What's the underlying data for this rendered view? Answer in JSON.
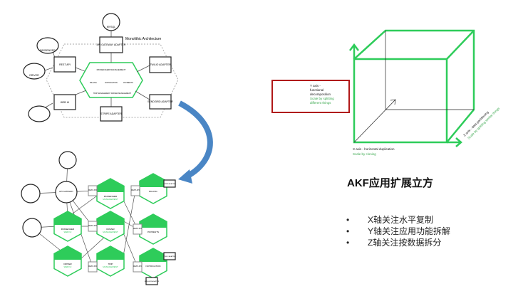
{
  "monolith": {
    "title": "Monolithic Architecture",
    "center_label": "PASSENGER MANAGEMENT",
    "modules": [
      "BILLING",
      "NOTIFICATION",
      "PAYMENTS",
      "TRIP MANAGEMENT",
      "DRIVER MANAGEMENT"
    ],
    "boxes": [
      "API GATEWAY ADAPTER",
      "TWILIO ADAPTER",
      "SENDGRID ADAPTER",
      "STRIPE ADAPTER",
      "REST API",
      "WEB UI"
    ],
    "circles": [
      "MYSQL",
      "PASSENGER",
      "DRIVER"
    ]
  },
  "micro": {
    "gateway": "API GATEWAY",
    "rest": "REST API",
    "services": [
      {
        "name": "PASSENGER",
        "sub": "MANAGEMENT"
      },
      {
        "name": "BILLING",
        "sub": ""
      },
      {
        "name": "PASSENGER",
        "sub": "WEB UI"
      },
      {
        "name": "DRIVER",
        "sub": "MANAGEMENT"
      },
      {
        "name": "PAYMENTS",
        "sub": ""
      },
      {
        "name": "DRIVER",
        "sub": "WEB UI"
      },
      {
        "name": "TRIP",
        "sub": "MANAGEMENT"
      },
      {
        "name": "NOTIFICATION",
        "sub": ""
      }
    ],
    "adapters": [
      "STRIPE ADAPTER",
      "TWILIO ADAPTER",
      "SENDGRID ADAPTER"
    ]
  },
  "cube": {
    "y_axis": {
      "line1": "Y axis -",
      "line2": "functional",
      "line3": "decomposition",
      "scale1": "Scale by splitting",
      "scale2": "different things"
    },
    "x_axis": {
      "label": "X axis - horizontal duplication",
      "scale": "Scale by cloning"
    },
    "z_axis": {
      "label": "Z axis - data partitioning",
      "scale": "Scale by splitting similar things"
    }
  },
  "akf": {
    "title": "AKF应用扩展立方",
    "bullets": [
      "X轴关注水平复制",
      "Y轴关注应用功能拆解",
      "Z轴关注按数据拆分"
    ]
  },
  "colors": {
    "green": "#2ecc5a",
    "red": "#b01818",
    "arrow_blue": "#4a86c5"
  }
}
